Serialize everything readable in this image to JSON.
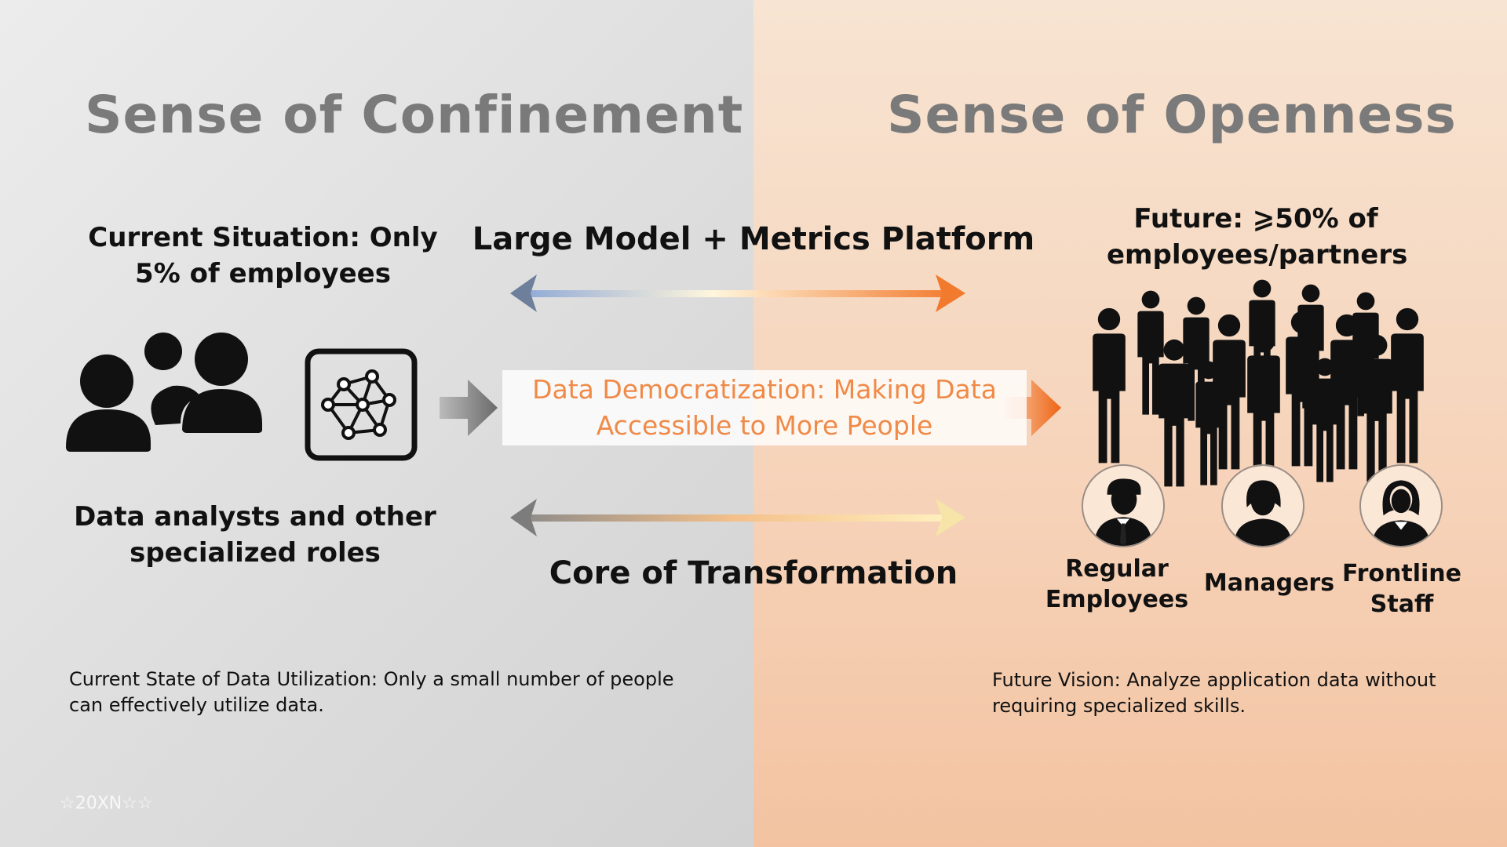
{
  "titles": {
    "left": "Sense of Confinement",
    "right": "Sense of Openness"
  },
  "left": {
    "situation": "Current Situation: Only 5% of employees",
    "roles": "Data analysts and other specialized roles",
    "caption": "Current State of Data Utilization: Only a small number of people can effectively utilize data."
  },
  "center": {
    "top_label": "Large Model + Metrics Platform",
    "pill": "Data Democratization: Making Data Accessible to More People",
    "bottom_label": "Core of Transformation"
  },
  "right": {
    "future": "Future: ⩾50% of employees/partners",
    "roles": [
      "Regular Employees",
      "Managers",
      "Frontline Staff"
    ],
    "caption": "Future Vision: Analyze application data without requiring specialized skills."
  },
  "watermark": "☆20XN☆☆",
  "colors": {
    "left_bg": "#dcdcdc",
    "right_bg": "#f6d2b8",
    "title_gray": "#7a7a7a",
    "accent_orange": "#f27a2e",
    "pill_text": "#f08a48"
  },
  "icons": [
    "users-icon",
    "network-icon",
    "crowd-icon",
    "male-employee-icon",
    "manager-icon",
    "frontline-staff-icon"
  ]
}
